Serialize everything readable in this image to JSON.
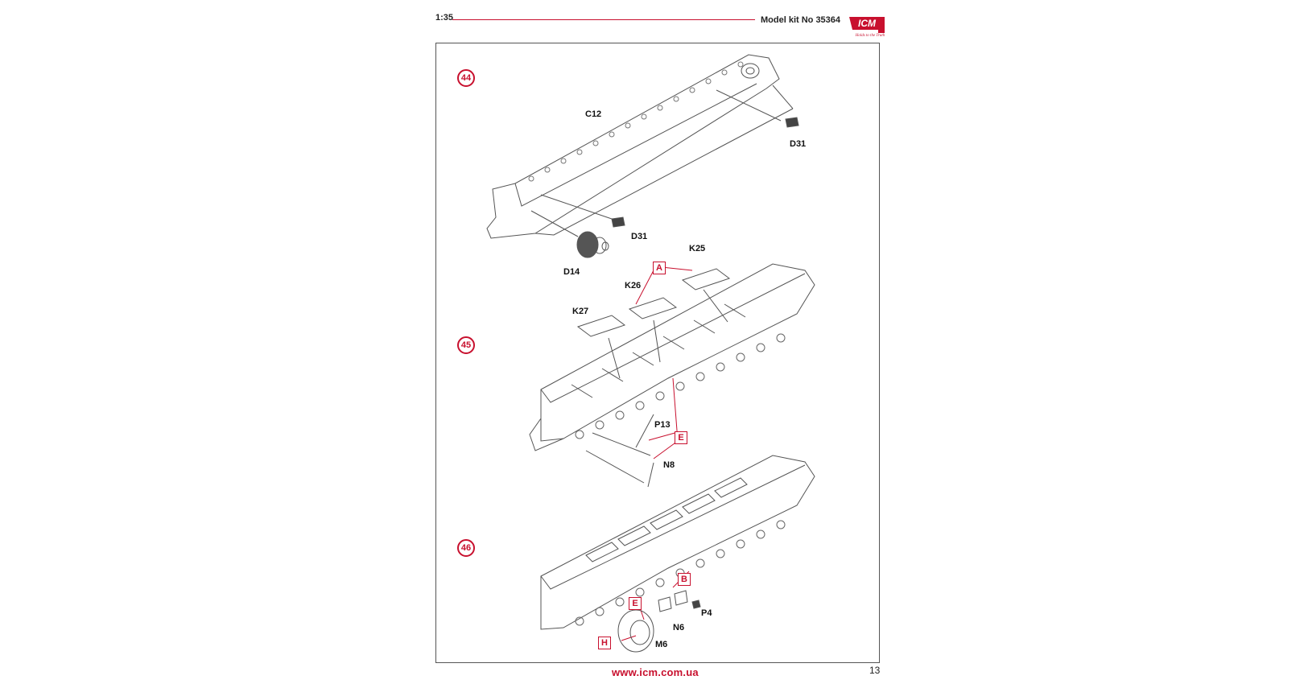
{
  "header": {
    "scale": "1:35",
    "model_kit": "Model kit No 35364"
  },
  "logo": {
    "text": "ICM",
    "tagline": "Holds to the Truth"
  },
  "steps": [
    {
      "number": "44",
      "labels": [
        "C12",
        "D31",
        "D31",
        "D14"
      ],
      "letters": []
    },
    {
      "number": "45",
      "labels": [
        "K25",
        "K26",
        "K27",
        "P13",
        "N8"
      ],
      "letters": [
        "A",
        "E"
      ]
    },
    {
      "number": "46",
      "labels": [
        "P4",
        "N6",
        "M6"
      ],
      "letters": [
        "B",
        "E",
        "H"
      ]
    }
  ],
  "footer": {
    "url": "www.icm.com.ua",
    "page": "13"
  },
  "colors": {
    "accent": "#c8102e",
    "line": "#555555"
  }
}
